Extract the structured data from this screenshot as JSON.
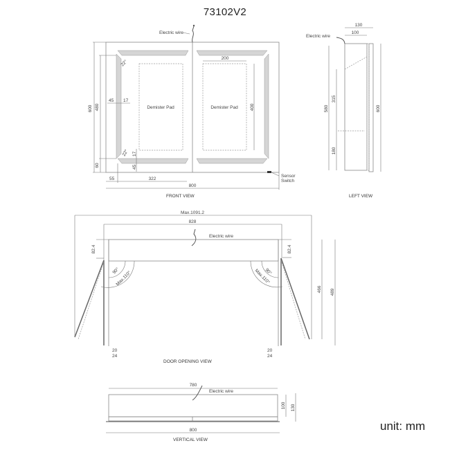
{
  "title": "73102V2",
  "unit_label": "unit: mm",
  "front_view": {
    "caption": "FRONT VIEW",
    "electric_wire": "Electric wire",
    "pad_left": "Demister Pad",
    "pad_right": "Demister Pad",
    "sensor_switch_line1": "Sensor",
    "sensor_switch_line2": "Switch",
    "dims": {
      "height_total": "600",
      "height_inner": "480",
      "bottom_offset": "60",
      "left_offset": "55",
      "door_width": "322",
      "total_width": "800",
      "pad_width": "200",
      "pad_height": "400",
      "strip_offset": "45",
      "strip_width": "17",
      "angle_top": "22°",
      "angle_bottom": "22°",
      "bottom_17": "17",
      "bottom_45": "45"
    }
  },
  "left_view": {
    "caption": "LEFT VIEW",
    "electric_wire": "Electric wire",
    "dims": {
      "depth_total": "130",
      "depth_body": "100",
      "height_580": "580",
      "height_600": "600",
      "shelf_315": "315",
      "shelf_180": "180"
    }
  },
  "door_opening_view": {
    "caption": "DOOR  OPENING  VIEW",
    "electric_wire": "Electric wire",
    "dims": {
      "max_width": "Max.1091.2",
      "width_828": "828",
      "offset_left": "82.4",
      "offset_right": "82.4",
      "angle_90_left": "90°",
      "angle_max_left": "Max.110°",
      "angle_90_right": "90°",
      "angle_max_right": "Max.110°",
      "door_20_left": "20",
      "door_24_left": "24",
      "door_20_right": "20",
      "door_24_right": "24",
      "depth_466": "466",
      "depth_489": "489"
    }
  },
  "vertical_view": {
    "caption": "VERTICAL VIEW",
    "electric_wire": "Electric wire",
    "dims": {
      "width_780": "780",
      "width_800": "800",
      "depth_100": "100",
      "depth_130": "130"
    }
  }
}
